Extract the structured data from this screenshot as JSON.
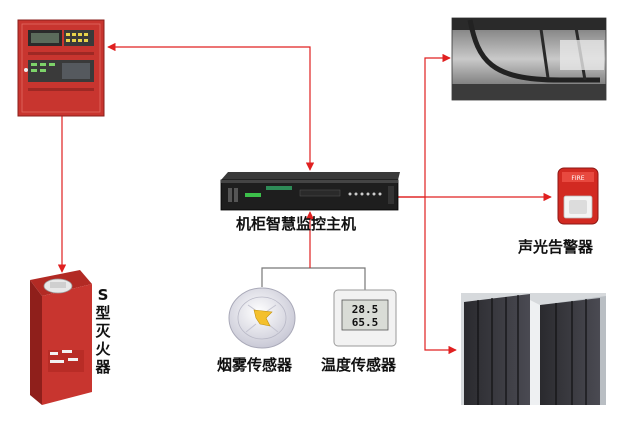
{
  "labels": {
    "host": "机柜智慧监控主机",
    "alarm": "声光告警器",
    "smoke_sensor": "烟雾传感器",
    "temp_sensor": "温度传感器",
    "extinguisher": "S型灭火器"
  },
  "temp_display": {
    "line1": "28.5",
    "line2": "65.5"
  },
  "colors": {
    "arrow": "#e02020",
    "connector": "#777777",
    "panel_red": "#c8352f"
  },
  "icons": {
    "fire_panel": "fire-control-panel-icon",
    "host": "monitoring-host-icon",
    "camera": "camera-view-icon",
    "alarm": "strobe-alarm-icon",
    "racks": "server-racks-icon",
    "smoke": "smoke-sensor-icon",
    "temp": "temperature-sensor-icon",
    "extinguisher": "fire-extinguisher-icon"
  }
}
